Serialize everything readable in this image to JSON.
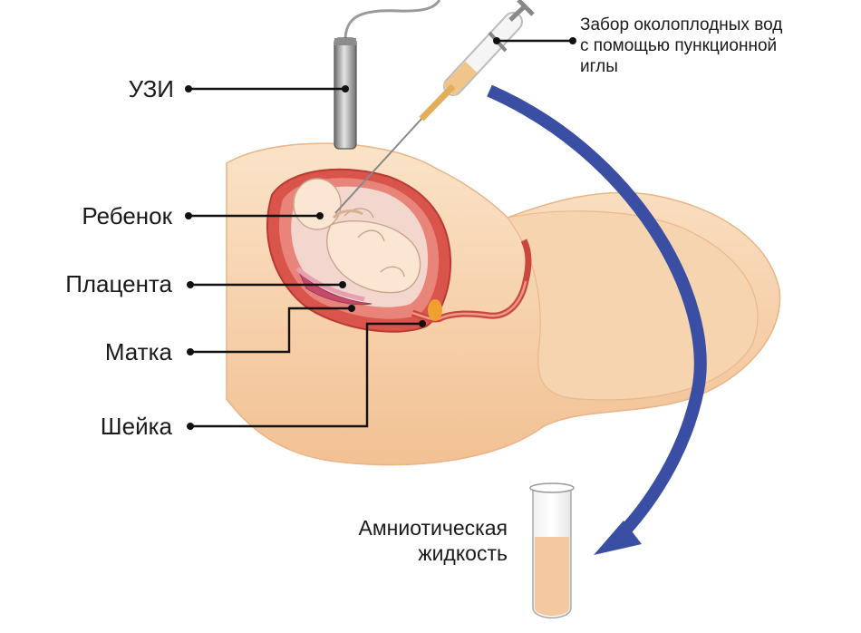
{
  "labels": {
    "ultrasound": "УЗИ",
    "baby": "Ребенок",
    "placenta": "Плацента",
    "uterus": "Матка",
    "cervix": "Шейка"
  },
  "needle_note": {
    "line1": "Забор околоплодных вод",
    "line2": "с помощью пункционной",
    "line3": "иглы"
  },
  "amniotic_fluid": {
    "line1": "Амниотическая",
    "line2": "жидкость"
  },
  "colors": {
    "arrow": "#3a4fa3",
    "skin": "#f6cfa6",
    "uterus_wall": "#c9473f",
    "amniotic": "#f3d7cf",
    "fluid_sample": "#f5c9a0"
  }
}
